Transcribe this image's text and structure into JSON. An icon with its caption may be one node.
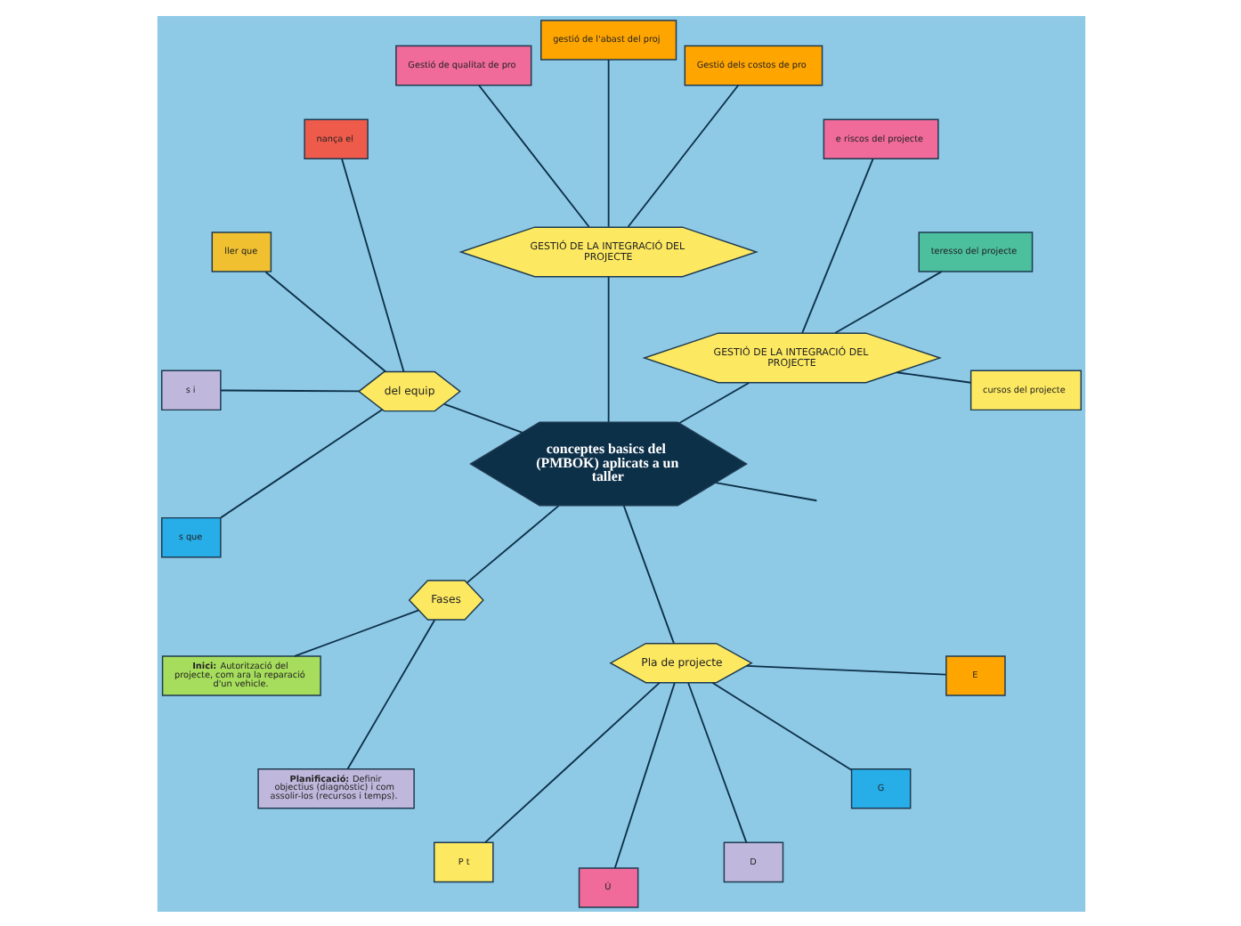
{
  "diagram": {
    "nodes": [
      {
        "text": [
          "conceptes basics del (PMBOK) aplicats a un taller"
        ]
      },
      {
        "text": [
          "GESTIÓ DE LA INTEGRACIÓ DEL PROJECTE"
        ]
      },
      {
        "text": [
          "cursos del projecte"
        ]
      },
      {
        "text": [
          "teresso del projecte"
        ]
      },
      {
        "text": [
          "e riscos del projecte"
        ]
      },
      {
        "text": [
          "GESTIÓ DE LA INTEGRACIÓ DEL PROJECTE"
        ]
      },
      {
        "text": [
          "Gestió dels costos de pro"
        ]
      },
      {
        "text": [
          "gestió de l'abast del proj"
        ]
      },
      {
        "text": [
          "Gestió de qualitat de pro"
        ]
      },
      {
        "text": [
          "del equip"
        ]
      },
      {
        "text": [
          "nança el"
        ]
      },
      {
        "text": [
          "ller que"
        ]
      },
      {
        "text": [
          "s i"
        ]
      },
      {
        "text": [
          "s que"
        ]
      },
      {
        "text": [
          "Fases"
        ]
      },
      {
        "text": [
          "**Inici:** Autorització del projecte, com ara la reparació d'un vehicle."
        ]
      },
      {
        "text": [
          "**Planificació:** Definir objectius (diagnòstic) i com assolir-los (recursos i temps)."
        ]
      },
      {
        "text": [
          "Pla de projecte"
        ]
      },
      {
        "text": [
          "P t"
        ]
      },
      {
        "text": [
          "Ú"
        ]
      },
      {
        "text": [
          "D"
        ]
      },
      {
        "text": [
          "G"
        ]
      },
      {
        "text": [
          "E"
        ]
      }
    ],
    "edges": [
      {
        "from": 0,
        "to": 1,
        "arrow": "none"
      },
      {
        "from": 1,
        "to": 2,
        "arrow": "none"
      },
      {
        "from": 1,
        "to": 3,
        "arrow": "none"
      },
      {
        "from": 1,
        "to": 4,
        "arrow": "none"
      },
      {
        "from": 0,
        "to": 5,
        "arrow": "none"
      },
      {
        "from": 5,
        "to": 6,
        "arrow": "none"
      },
      {
        "from": 5,
        "to": 7,
        "arrow": "none"
      },
      {
        "from": 5,
        "to": 8,
        "arrow": "none"
      },
      {
        "from": 0,
        "to": 9,
        "arrow": "none"
      },
      {
        "from": 9,
        "to": 10,
        "arrow": "none"
      },
      {
        "from": 9,
        "to": 11,
        "arrow": "none"
      },
      {
        "from": 9,
        "to": 12,
        "arrow": "none"
      },
      {
        "from": 9,
        "to": 13,
        "arrow": "none"
      },
      {
        "from": 0,
        "to": 14,
        "arrow": "none"
      },
      {
        "from": 14,
        "to": 15,
        "arrow": "none"
      },
      {
        "from": 14,
        "to": 16,
        "arrow": "none"
      },
      {
        "from": 0,
        "to": 17,
        "arrow": "none"
      },
      {
        "from": 17,
        "to": 18,
        "arrow": "none"
      },
      {
        "from": 17,
        "to": 19,
        "arrow": "none"
      },
      {
        "from": 17,
        "to": 20,
        "arrow": "none"
      },
      {
        "from": 17,
        "to": 21,
        "arrow": "none"
      },
      {
        "from": 17,
        "to": 22,
        "arrow": "none"
      },
      {
        "from": 0,
        "to": null,
        "arrow": "none"
      }
    ]
  }
}
